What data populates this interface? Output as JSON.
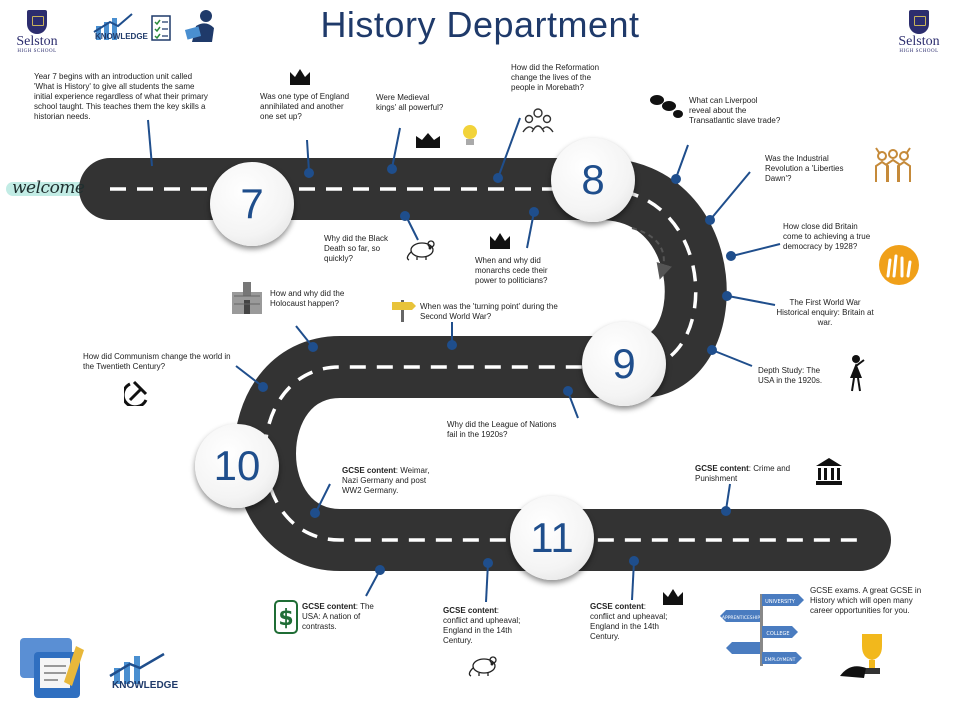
{
  "title": "History Department",
  "logos": {
    "school_name": "Selston",
    "school_sub": "HIGH SCHOOL",
    "knowledge_text": "KNOWLEDGE"
  },
  "welcome": "welcome",
  "milestones": [
    "7",
    "8",
    "9",
    "10",
    "11"
  ],
  "labels": {
    "year7_intro": "Year 7 begins with an introduction unit called 'What is History' to give all students the same initial experience regardless of what their primary school taught. This teaches them the key skills a historian needs.",
    "england_annihilated": "Was one type of England annihilated and another one set up?",
    "medieval_kings": "Were Medieval kings' all powerful?",
    "reformation": "How did the Reformation change the lives of the people in Morebath?",
    "liverpool": "What can Liverpool reveal about the Transatlantic slave trade?",
    "industrial_revolution": "Was the Industrial Revolution a 'Liberties Dawn'?",
    "black_death": "Why did the Black Death so far, so quickly?",
    "monarchs": "When and why did monarchs cede their power to politicians?",
    "democracy": "How close did Britain come to achieving a true democracy by 1928?",
    "ww1": "The First World War Historical enquiry: Britain at war.",
    "holocaust": "How and why did the Holocaust happen?",
    "ww2": "When was the 'turning point' during the Second World War?",
    "communism": "How did Communism change the world in the Twentieth Century?",
    "usa_1920s": "Depth Study: The USA in the 1920s.",
    "league_of_nations": "Why did the League of Nations fail in the 1920s?",
    "gcse_weimar_head": "GCSE content",
    "gcse_weimar_body": ": Weimar, Nazi Germany and post WW2 Germany.",
    "gcse_crime_head": "GCSE content",
    "gcse_crime_body": ": Crime and Punishment",
    "gcse_usa_head": "GCSE content",
    "gcse_usa_body": ": The USA: A nation of contrasts.",
    "gcse_conflict1_head": "GCSE content",
    "gcse_conflict1_body": ": conflict and upheaval; England in the 14th Century.",
    "gcse_conflict2_head": "GCSE content",
    "gcse_conflict2_body": ": conflict and upheaval; England in the 14th Century.",
    "gcse_exams": "GCSE exams. A great GCSE in History which will open many career opportunities for you."
  },
  "signpost": [
    "UNIVERSITY",
    "APPRENTICESHIP",
    "COLLEGE",
    "EMPLOYMENT"
  ],
  "icon_names": [
    "crown-icon",
    "lightbulb-icon",
    "people-icon",
    "chains-icon",
    "crowd-icon",
    "rat-icon",
    "raised-hands-icon",
    "woman-silhouette-icon",
    "hammer-sickle-icon",
    "gate-icon",
    "signpost-icon",
    "museum-icon",
    "dollar-icon",
    "trophy-icon",
    "chat-icon",
    "books-icon"
  ],
  "colors": {
    "road": "#333333",
    "dash": "#ffffff",
    "pointer": "#1f4e8c",
    "title": "#1f3a6a",
    "milestone_text": "#1f4e8c"
  }
}
